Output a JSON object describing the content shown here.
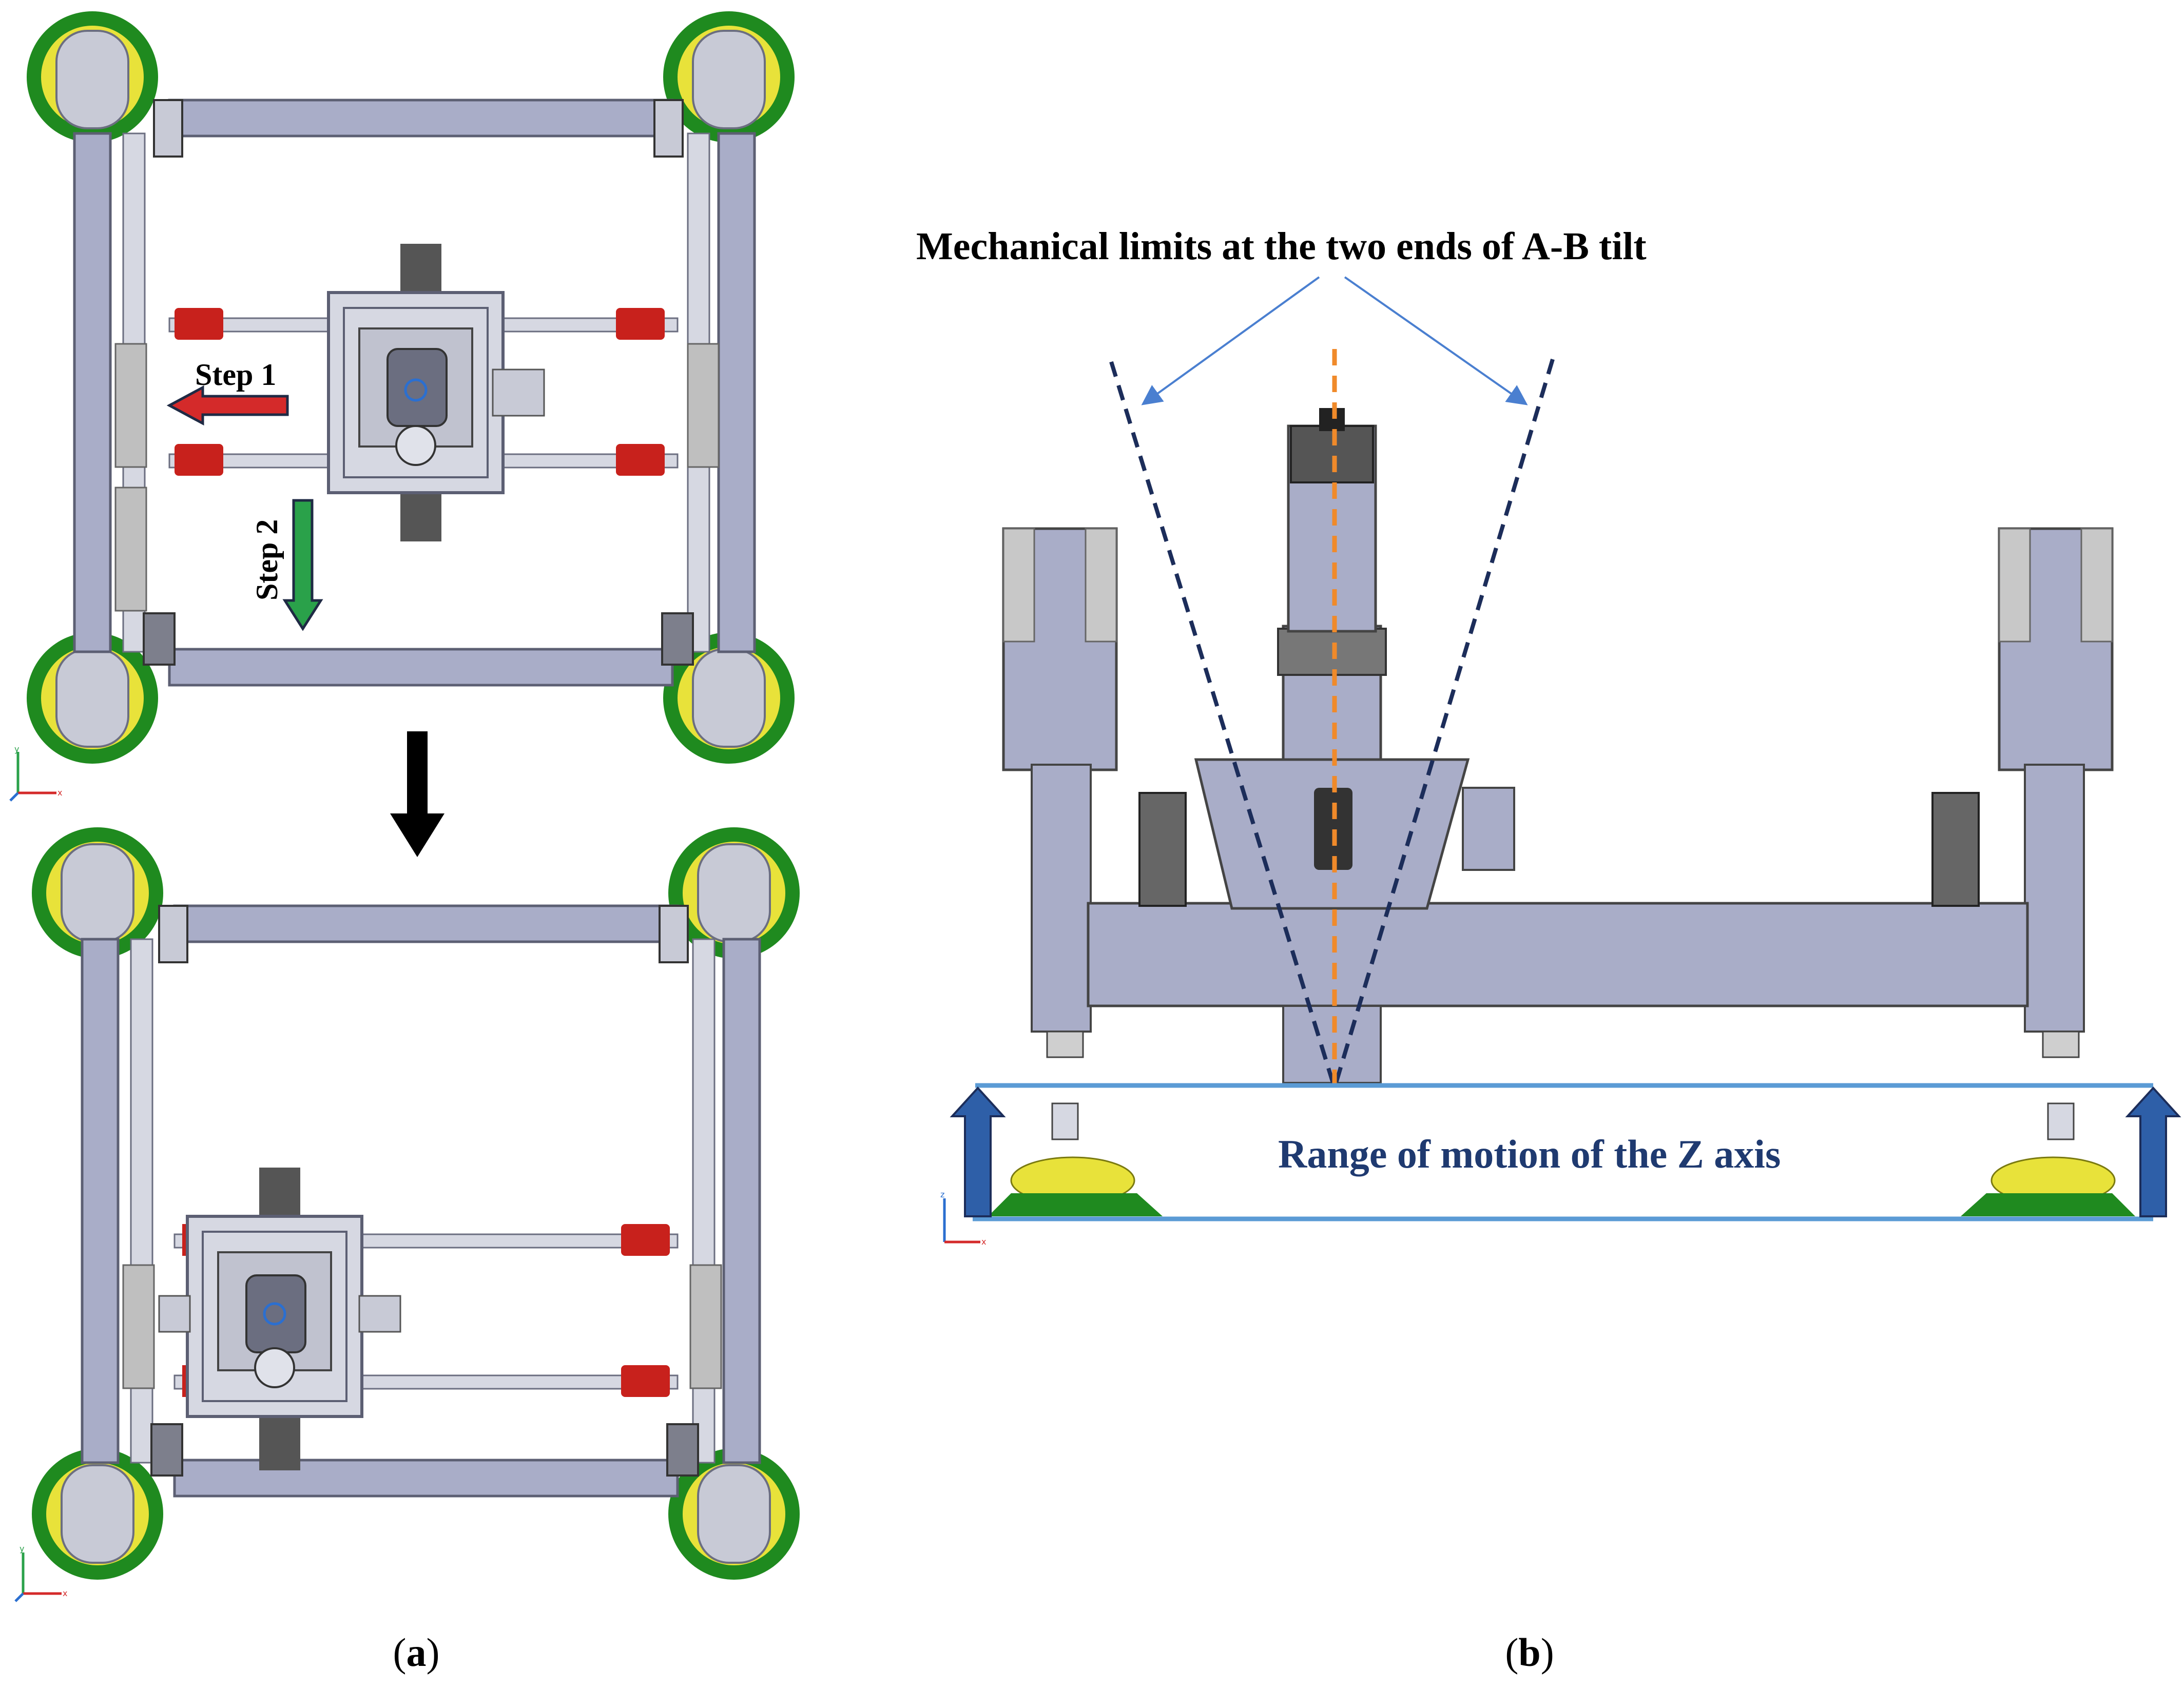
{
  "panel_a": {
    "step1_label": "Step 1",
    "step2_label": "Step 2",
    "caption_open": "(",
    "caption_letter": "a",
    "caption_close": ")",
    "axis_labels": {
      "y": "y",
      "x": "x"
    }
  },
  "panel_b": {
    "title_text": "Mechanical limits at the two ends of A-B tilt",
    "range_label": "Range of motion of the Z axis",
    "caption_open": "(",
    "caption_letter": "b",
    "caption_close": ")",
    "axis_labels": {
      "z": "z",
      "x": "x"
    }
  },
  "colors": {
    "frame": "#a9adc8",
    "frame_dark": "#5c5f73",
    "wheel_green": "#1f8a1f",
    "wheel_yellow": "#e8e23a",
    "actuator_red": "#c8211c",
    "step1_arrow": "#d42a2a",
    "step2_arrow": "#2aa14a",
    "limit_line": "#1c2d5a",
    "annotation_arrow": "#4a7fd0",
    "center_axis": "#f08a2a",
    "z_range_line": "#5b9bd5",
    "z_range_text": "#1f3a70",
    "z_arrow": "#2e5fa8",
    "down_arrow": "#000000"
  },
  "icons": {
    "down_arrow": "down-arrow-icon",
    "axis_triad": "xyz-triad-icon"
  }
}
